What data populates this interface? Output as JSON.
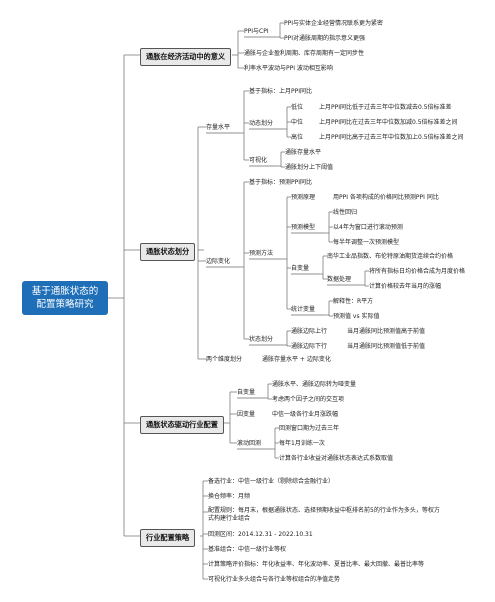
{
  "root": {
    "line1": "基于通胀状态的",
    "line2": "配置策略研究"
  },
  "b1": {
    "title": "通胀在经济活动中的意义",
    "ppi_cpi": "PPI与CPI",
    "ppi_cpi_1": "PPI与实体企业经营情况联系更为紧密",
    "ppi_cpi_2": "PPI对通胀周期的指示意义更强",
    "item2": "通胀与企业盈利周期、库存周期有一定同步性",
    "item3": "利率水平波动与PPI 波动相互影响"
  },
  "b2": {
    "title": "通胀状态划分",
    "stock": {
      "label": "存量水平",
      "basis": "基于指标：上月PPI同比",
      "dyn": "动态划分",
      "low": "低位",
      "low_desc": "上月PPI同比低于过去三年中位数减去0.5倍标准差",
      "mid": "中位",
      "mid_desc": "上月PPI同比在过去三年中位数加减0.5倍标准差之间",
      "high": "高位",
      "high_desc": "上月PPI同比高于过去三年中位数加上0.5倍标准差之间",
      "vis": "可视化",
      "vis_1": "通胀存量水平",
      "vis_2": "通胀划分上下阈值"
    },
    "change": {
      "label": "边际变化",
      "basis": "基于指标：预测PPI同比",
      "method": "预测方法",
      "principle": "预测原理",
      "principle_desc": "用PPI 各项构成的价格同比预测PPI 同比",
      "model": "预测模型",
      "model_1": "线性回归",
      "model_2": "以4年为窗口进行滚动预测",
      "model_3": "每半年调整一次预测模型",
      "var": "自变量",
      "var_1": "南华工业品指数、布伦特原油期货连续合约价格",
      "proc": "数据处理",
      "proc_1": "将所有指标日均价格合成为月度价格",
      "proc_2": "计算价格较去年当月的涨幅",
      "stat": "统计变量",
      "stat_1": "解释性：R平方",
      "stat_2": "预测值 vs 实际值",
      "state": "状态划分",
      "up": "通胀边际上行",
      "up_desc": "当月通胀同比预测值高于前值",
      "down": "通胀边际下行",
      "down_desc": "当月通胀同比预测值低于前值"
    },
    "two": "两个维度划分",
    "two_desc": "通胀存量水平 + 边际变化"
  },
  "b3": {
    "title": "通胀状态驱动行业配置",
    "var": "自变量",
    "var_1": "通胀水平、通胀边际转为哑变量",
    "var_2": "考虑两个因子之间的交互项",
    "dep": "因变量",
    "dep_1": "中信一级各行业月涨跌幅",
    "roll": "滚动回测",
    "roll_1": "回测窗口期为过去三年",
    "roll_2": "每年1月训练一次",
    "roll_3": "计算各行业收益对通胀状态表达式系数取值"
  },
  "b4": {
    "title": "行业配置策略",
    "i1": "备选行业：中信一级行业（剔除综合金融行业）",
    "i2": "换仓频率：月频",
    "i3": "配置规则：每月末，根据通胀状态、选择预期收益中枢排名前5的行业作为多头，等权方式构建行业组合",
    "i4": "回测区间：2014.12.31 - 2022.10.31",
    "i5": "基准组合：中信一级行业等权",
    "i6": "计算策略评价指标：年化收益率、年化波动率、夏普比率、最大回撤、最普比率等",
    "i7": "可视化行业多头组合与各行业等权组合的净值走势"
  }
}
